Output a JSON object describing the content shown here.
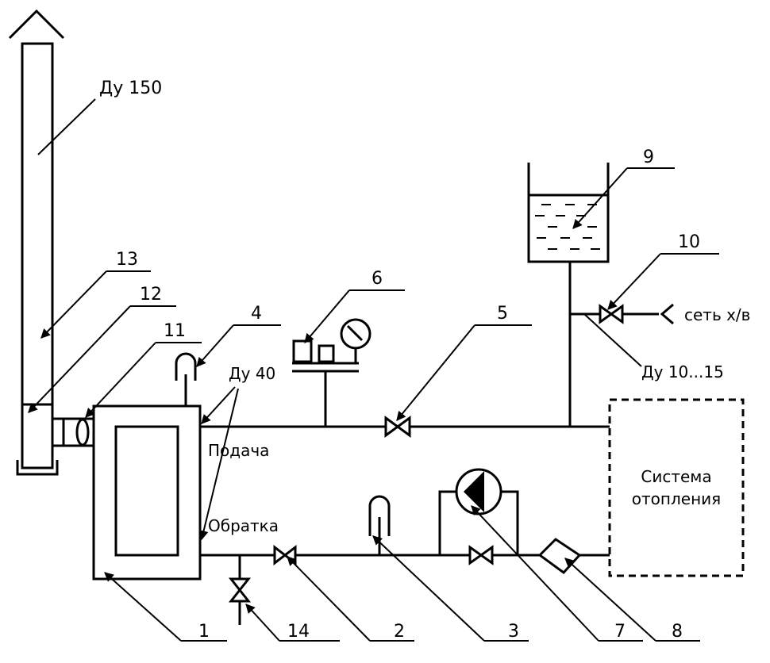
{
  "labels": {
    "chimney_size": "Ду 150",
    "pipe_size": "Ду 40",
    "makeup_size": "Ду 10...15",
    "supply": "Подача",
    "return": "Обратка",
    "water_main": "сеть х/в",
    "system_line1": "Система",
    "system_line2": "отопления"
  },
  "callouts": {
    "c1": "1",
    "c2": "2",
    "c3": "3",
    "c4": "4",
    "c5": "5",
    "c6": "6",
    "c7": "7",
    "c8": "8",
    "c9": "9",
    "c10": "10",
    "c11": "11",
    "c12": "12",
    "c13": "13",
    "c14": "14"
  }
}
